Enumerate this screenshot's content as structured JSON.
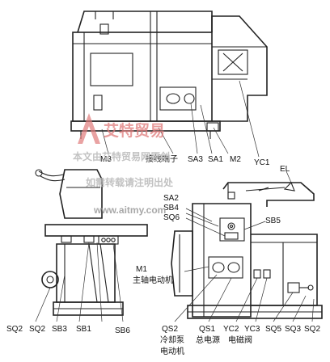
{
  "colors": {
    "ink": "#222222",
    "watermark_red": "#e07a7a",
    "watermark_gray": "#b8b8b8"
  },
  "top_view": {
    "labels": {
      "terminal": "接线端子",
      "m3": "M3",
      "sa3": "SA3",
      "sa1": "SA1",
      "m2": "M2",
      "yc1": "YC1"
    }
  },
  "left_view": {
    "labels": {
      "sq2a": "SQ2",
      "sq2b": "SQ2",
      "sb3": "SB3",
      "sb1": "SB1",
      "sb6": "SB6"
    }
  },
  "right_view": {
    "labels": {
      "el": "EL",
      "sa2": "SA2",
      "sb4": "SB4",
      "sq6": "SQ6",
      "sb5": "SB5",
      "m1": "M1",
      "m1_desc": "主轴电动机",
      "qs2": "QS2",
      "qs2_desc_1": "冷却泵",
      "qs2_desc_2": "电动机",
      "qs1": "QS1",
      "qs1_desc": "总电源",
      "yc2": "YC2",
      "yc3": "YC3",
      "yc_desc": "电磁阀",
      "sq5": "SQ5",
      "sq3": "SQ3",
      "sq2": "SQ2"
    }
  },
  "watermark": {
    "logo": "艾特贸易",
    "line1": "本文由艾特贸易网原创",
    "line2": "如需转载请注明出处",
    "url": "www.aitmy.com"
  }
}
